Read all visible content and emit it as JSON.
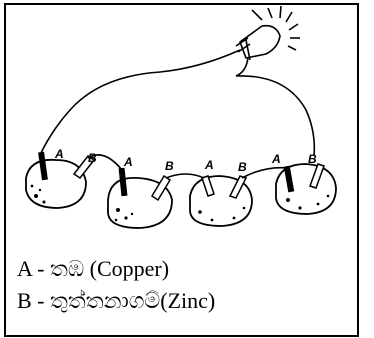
{
  "electrode_labels": [
    "A",
    "B",
    "A",
    "B",
    "A",
    "B",
    "A",
    "B"
  ],
  "legend": {
    "a_line": "A  - තඹ (Copper)",
    "b_line": "B - තුත්තනාගම්(Zinc)"
  }
}
